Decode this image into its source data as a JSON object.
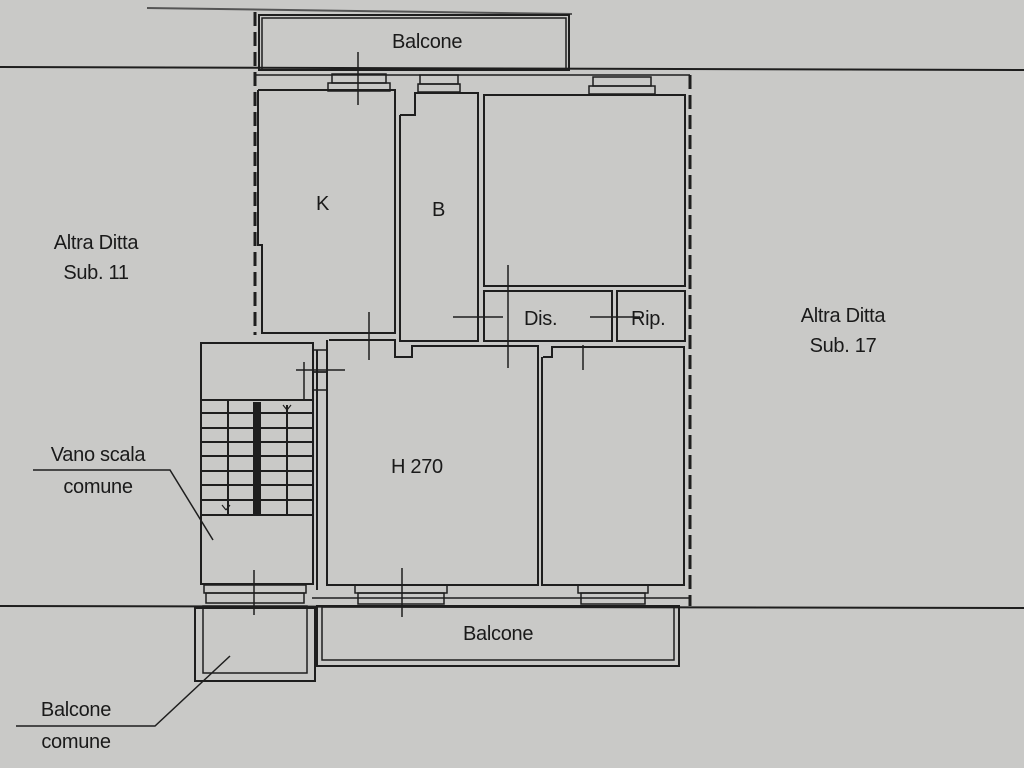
{
  "plan": {
    "type": "floor-plan",
    "background_color": "#c9c9c7",
    "line_color": "#1e1e1e",
    "rooms": {
      "kitchen": {
        "label": "K"
      },
      "bathroom": {
        "label": "B"
      },
      "hallway": {
        "label": "Dis."
      },
      "storage": {
        "label": "Rip."
      },
      "living": {
        "label": "H 270"
      },
      "bedroom_top": {
        "label": ""
      },
      "bedroom_bottom": {
        "label": ""
      }
    },
    "balconies": {
      "top": {
        "label": "Balcone"
      },
      "bottom": {
        "label": "Balcone"
      }
    },
    "neighbors": {
      "left": {
        "line1": "Altra Ditta",
        "line2": "Sub. 11"
      },
      "right": {
        "line1": "Altra Ditta",
        "line2": "Sub. 17"
      }
    },
    "annotations": {
      "staircase": {
        "line1": "Vano scala",
        "line2": "comune"
      },
      "common_balcony": {
        "line1": "Balcone",
        "line2": "comune"
      }
    }
  }
}
